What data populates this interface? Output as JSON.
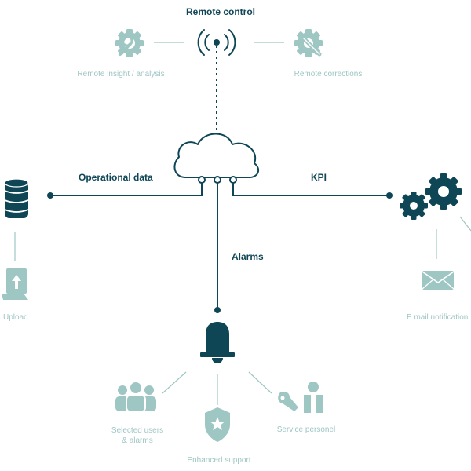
{
  "colors": {
    "dark": "#0f4656",
    "light": "#9ec6c3",
    "background": "#ffffff"
  },
  "remote": {
    "title": "Remote control",
    "insight_label": "Remote insight / analysis",
    "corrections_label": "Remote corrections",
    "icons": [
      "magnifier-gear-icon",
      "antenna-icon",
      "wrench-gear-icon"
    ]
  },
  "flows": {
    "operational_data": "Operational data",
    "kpi": "KPI",
    "alarms": "Alarms"
  },
  "left": {
    "upload_label": "Upload",
    "icons": [
      "database-icon",
      "upload-document-icon"
    ]
  },
  "right": {
    "email_label": "E mail notification",
    "icons": [
      "gears-icon",
      "envelope-icon"
    ]
  },
  "bottom": {
    "users_label_line1": "Selected users",
    "users_label_line2": "& alarms",
    "support_label": "Enhanced support",
    "service_label": "Service personel",
    "icons": [
      "bell-icon",
      "users-icon",
      "shield-star-icon",
      "service-person-icon"
    ]
  }
}
